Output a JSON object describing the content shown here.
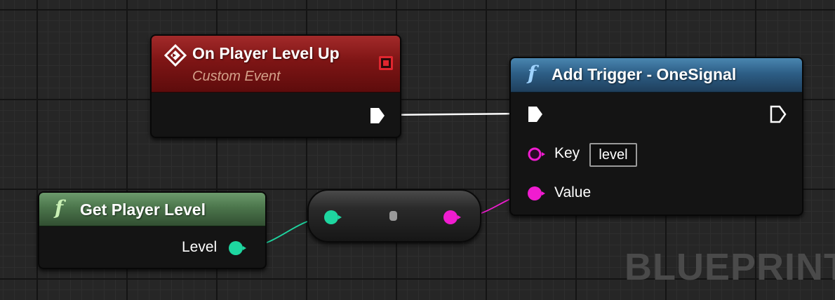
{
  "watermark": "BLUEPRINT",
  "colors": {
    "exec": "#ffffff",
    "integer": "#1ed6a0",
    "string": "#f01cd0",
    "event_header": "#8a1a1a",
    "function_header": "#2d5e86",
    "pure_function_header": "#4b754b"
  },
  "nodes": {
    "event": {
      "title": "On Player Level Up",
      "subtitle": "Custom Event",
      "icon": "event-diamond-icon"
    },
    "add_trigger": {
      "title": "Add Trigger - OneSignal",
      "icon": "function-icon",
      "pins": {
        "key_label": "Key",
        "key_value": "level",
        "value_label": "Value"
      }
    },
    "get_player_level": {
      "title": "Get Player Level",
      "icon": "function-icon",
      "pins": {
        "level_label": "Level"
      }
    },
    "conversion": {
      "icon": "conversion-dot-icon"
    }
  }
}
